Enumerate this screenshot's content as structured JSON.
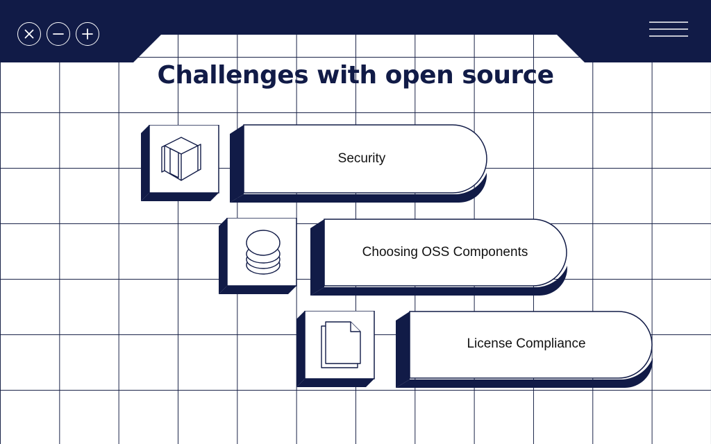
{
  "page": {
    "title": "Challenges with open source"
  },
  "window_controls": [
    {
      "name": "close",
      "icon": "close-icon"
    },
    {
      "name": "minimize",
      "icon": "minus-icon"
    },
    {
      "name": "maximize",
      "icon": "plus-icon"
    }
  ],
  "menu": {
    "icon": "hamburger-menu-icon"
  },
  "colors": {
    "navy": "#111b47",
    "background": "#ffffff",
    "grid": "#1a2348"
  },
  "items": [
    {
      "label": "Security",
      "icon": "cube-icon"
    },
    {
      "label": "Choosing OSS Components",
      "icon": "coin-stack-icon"
    },
    {
      "label": "License Compliance",
      "icon": "documents-icon"
    }
  ]
}
